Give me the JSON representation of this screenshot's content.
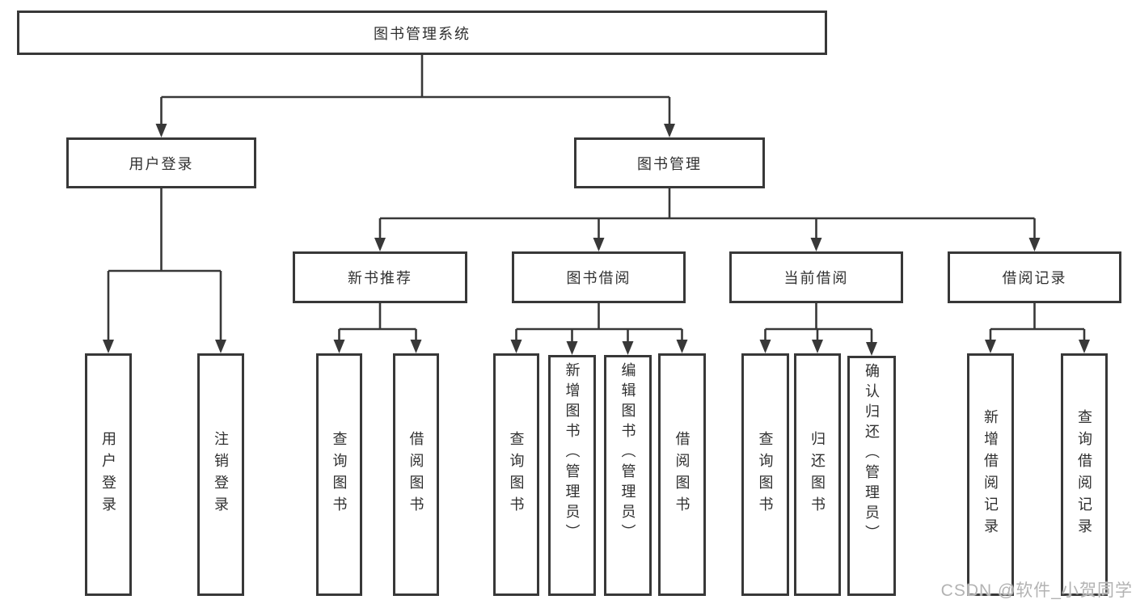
{
  "title": "图书管理系统",
  "colors": {
    "line": "#383838",
    "box_border": "#383838",
    "box_background": "#ffffff",
    "text": "#303030",
    "watermark": "#b3b3b3"
  },
  "watermark": {
    "text": "CSDN @软件_小贺同学"
  },
  "diagram": {
    "nodes": [
      {
        "id": "root",
        "label": "图书管理系统",
        "level": 1,
        "parent": null,
        "orientation": "horizontal"
      },
      {
        "id": "user-login",
        "label": "用户登录",
        "level": 2,
        "parent": "root",
        "orientation": "horizontal"
      },
      {
        "id": "book-mgmt",
        "label": "图书管理",
        "level": 2,
        "parent": "root",
        "orientation": "horizontal"
      },
      {
        "id": "new-book-rec",
        "label": "新书推荐",
        "level": 3,
        "parent": "book-mgmt",
        "orientation": "horizontal"
      },
      {
        "id": "book-borrow",
        "label": "图书借阅",
        "level": 3,
        "parent": "book-mgmt",
        "orientation": "horizontal"
      },
      {
        "id": "current-borrow",
        "label": "当前借阅",
        "level": 3,
        "parent": "book-mgmt",
        "orientation": "horizontal"
      },
      {
        "id": "borrow-history",
        "label": "借阅记录",
        "level": 3,
        "parent": "book-mgmt",
        "orientation": "horizontal"
      },
      {
        "id": "v-user-login",
        "label": "用户登录",
        "level": 4,
        "parent": "user-login",
        "orientation": "vertical"
      },
      {
        "id": "v-logout",
        "label": "注销登录",
        "level": 4,
        "parent": "user-login",
        "orientation": "vertical"
      },
      {
        "id": "v-query-book-1",
        "label": "查询图书",
        "level": 4,
        "parent": "new-book-rec",
        "orientation": "vertical"
      },
      {
        "id": "v-borrow-book-1",
        "label": "借阅图书",
        "level": 4,
        "parent": "new-book-rec",
        "orientation": "vertical"
      },
      {
        "id": "v-query-book-2",
        "label": "查询图书",
        "level": 4,
        "parent": "book-borrow",
        "orientation": "vertical"
      },
      {
        "id": "v-add-book",
        "label": "新增图书（管理员）",
        "level": 4,
        "parent": "book-borrow",
        "orientation": "vertical"
      },
      {
        "id": "v-edit-book",
        "label": "编辑图书（管理员）",
        "level": 4,
        "parent": "book-borrow",
        "orientation": "vertical"
      },
      {
        "id": "v-borrow-book-2",
        "label": "借阅图书",
        "level": 4,
        "parent": "book-borrow",
        "orientation": "vertical"
      },
      {
        "id": "v-query-book-3",
        "label": "查询图书",
        "level": 4,
        "parent": "current-borrow",
        "orientation": "vertical"
      },
      {
        "id": "v-return-book",
        "label": "归还图书",
        "level": 4,
        "parent": "current-borrow",
        "orientation": "vertical"
      },
      {
        "id": "v-confirm-return",
        "label": "确认归还（管理员）",
        "level": 4,
        "parent": "current-borrow",
        "orientation": "vertical"
      },
      {
        "id": "v-add-record",
        "label": "新增借阅记录",
        "level": 4,
        "parent": "borrow-history",
        "orientation": "vertical"
      },
      {
        "id": "v-query-record",
        "label": "查询借阅记录",
        "level": 4,
        "parent": "borrow-history",
        "orientation": "vertical"
      }
    ]
  }
}
